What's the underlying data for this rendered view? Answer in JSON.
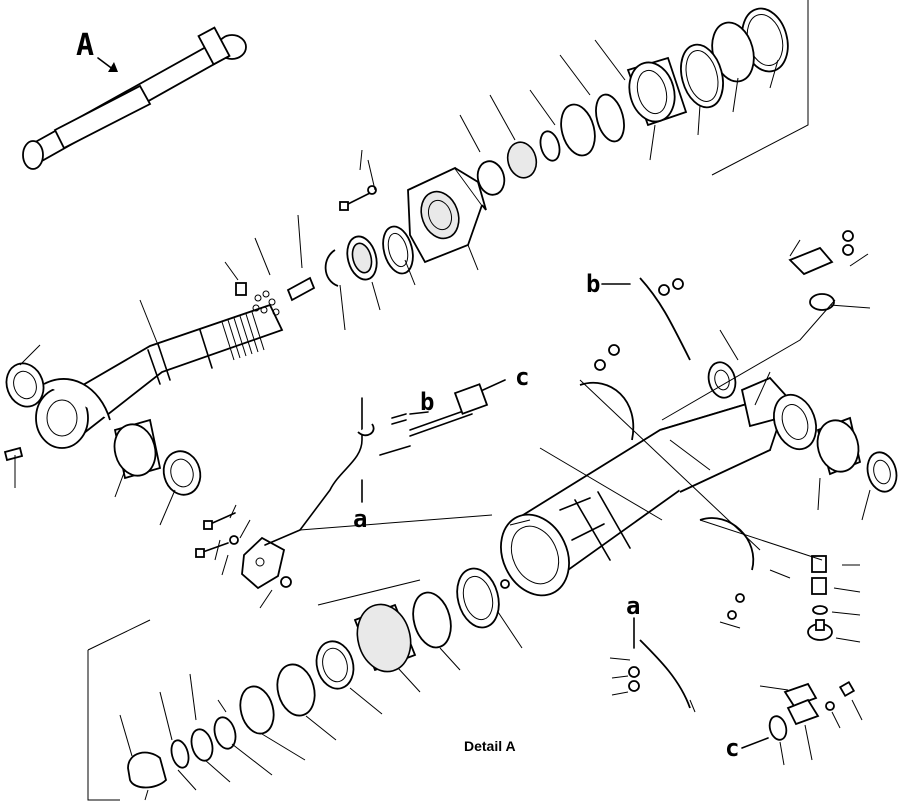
{
  "view_labels": {
    "main_view": "A",
    "ref_b_upper": "b",
    "ref_b_mid": "b",
    "ref_c_mid": "c",
    "ref_a_mid": "a",
    "ref_a_lower": "a",
    "ref_c_lower": "c"
  },
  "caption": "Detail A"
}
